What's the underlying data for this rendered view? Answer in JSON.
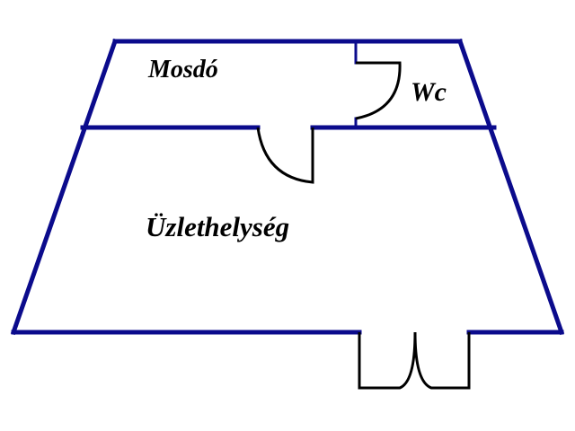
{
  "diagram": {
    "type": "floor-plan",
    "colors": {
      "wall": "#0b0b8c",
      "door": "#000000",
      "background": "#ffffff"
    },
    "rooms": [
      {
        "id": "mosdo",
        "label": "Mosdó"
      },
      {
        "id": "wc",
        "label": "Wc"
      },
      {
        "id": "uzlethelyseg",
        "label": "Üzlethelység"
      }
    ],
    "doors": [
      {
        "id": "wc-door",
        "between": [
          "Mosdó",
          "Wc"
        ],
        "kind": "single-swing"
      },
      {
        "id": "mosdo-door",
        "between": [
          "Mosdó",
          "Üzlethelység"
        ],
        "kind": "single-swing"
      },
      {
        "id": "entrance-door",
        "between": [
          "Üzlethelység",
          "outside"
        ],
        "kind": "double-swing"
      }
    ]
  }
}
